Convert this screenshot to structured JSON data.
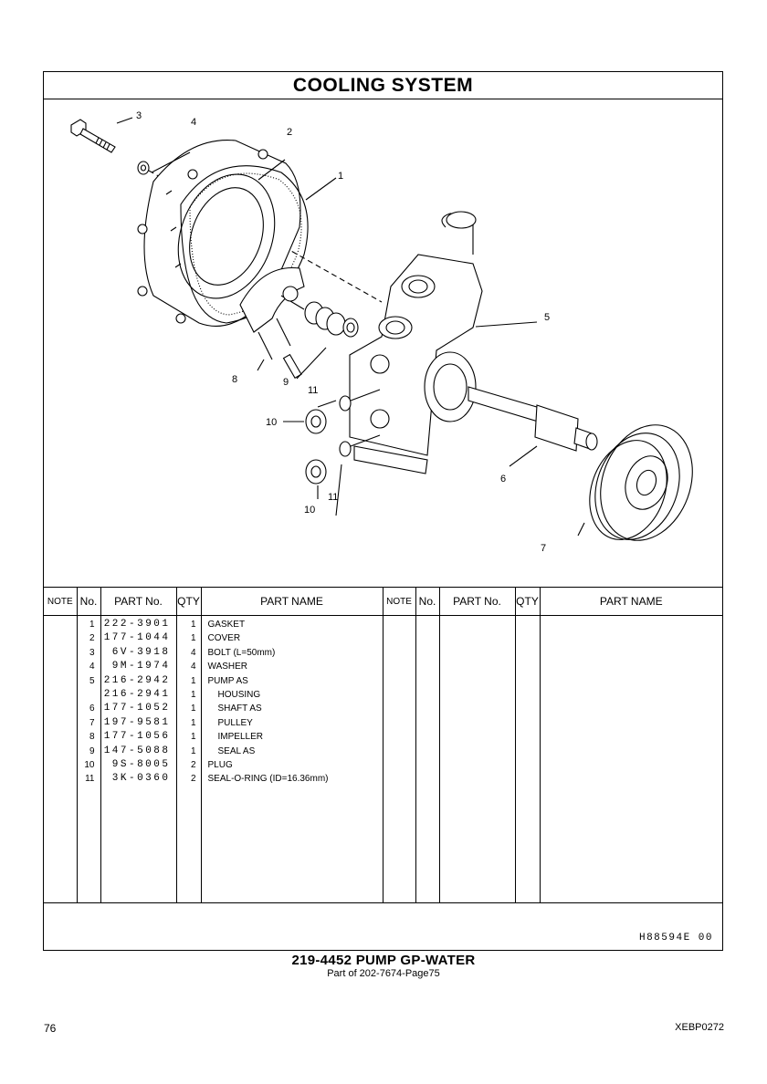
{
  "section_title": "COOLING  SYSTEM",
  "callouts": [
    "1",
    "2",
    "3",
    "4",
    "5",
    "6",
    "7",
    "8",
    "9",
    "10",
    "10",
    "11",
    "11"
  ],
  "table": {
    "headers": {
      "note": "NOTE",
      "no": "No.",
      "part_no": "PART No.",
      "qty": "QTY",
      "part_name": "PART NAME"
    },
    "rows": [
      {
        "no": "1",
        "part_no": "222-3901",
        "qty": "1",
        "name": "GASKET"
      },
      {
        "no": "2",
        "part_no": "177-1044",
        "qty": "1",
        "name": "COVER"
      },
      {
        "no": "3",
        "part_no": "6V-3918",
        "qty": "4",
        "name": "BOLT (L=50mm)"
      },
      {
        "no": "4",
        "part_no": "9M-1974",
        "qty": "4",
        "name": "WASHER"
      },
      {
        "no": "5",
        "part_no": "216-2942",
        "qty": "1",
        "name": "PUMP  AS"
      },
      {
        "no": "",
        "part_no": "216-2941",
        "qty": "1",
        "name": "HOUSING"
      },
      {
        "no": "6",
        "part_no": "177-1052",
        "qty": "1",
        "name": "SHAFT  AS"
      },
      {
        "no": "7",
        "part_no": "197-9581",
        "qty": "1",
        "name": "PULLEY"
      },
      {
        "no": "8",
        "part_no": "177-1056",
        "qty": "1",
        "name": "IMPELLER"
      },
      {
        "no": "9",
        "part_no": "147-5088",
        "qty": "1",
        "name": "SEAL  AS"
      },
      {
        "no": "10",
        "part_no": "9S-8005",
        "qty": "2",
        "name": "PLUG"
      },
      {
        "no": "11",
        "part_no": "3K-0360",
        "qty": "2",
        "name": "SEAL-O-RING (ID=16.36mm)"
      }
    ]
  },
  "illustration_code": "H88594E   00",
  "assembly_title": "219-4452  PUMP  GP-WATER",
  "assembly_subtitle": "Part of 202-7674-Page75",
  "page_number": "76",
  "document_code": "XEBP0272"
}
